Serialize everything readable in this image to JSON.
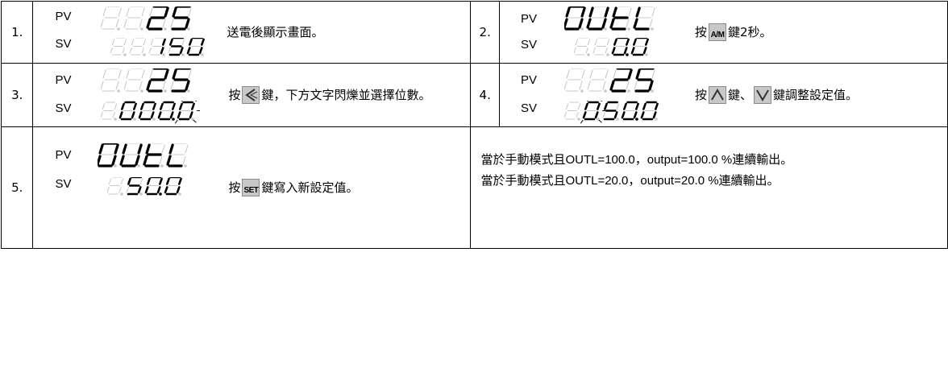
{
  "labels": {
    "pv": "PV",
    "sv": "SV"
  },
  "display": {
    "dim_color": "#c8c8c8",
    "lit_color": "#000000",
    "blink_color": "#000000"
  },
  "steps": [
    {
      "num": "1.",
      "pv": "25",
      "sv": "150",
      "desc": "送電後顯示畫面。"
    },
    {
      "num": "2.",
      "pv": "OUtL",
      "sv": "0.0",
      "key": "A/M",
      "desc_pre": "按",
      "desc_post": "鍵2秒。"
    },
    {
      "num": "3.",
      "pv": "25",
      "sv": "000.0",
      "key": "left-arrow",
      "desc_pre": "按",
      "desc_post": "鍵，下方文字閃爍並選擇位數。"
    },
    {
      "num": "4.",
      "pv": "25",
      "sv": "050.0",
      "key1": "up-arrow",
      "key2": "down-arrow",
      "desc_pre": "按",
      "desc_mid": "鍵、",
      "desc_post": "鍵調整設定值。"
    },
    {
      "num": "5.",
      "pv": "OUtL",
      "sv": "50.0",
      "key": "SET",
      "desc_pre": "按",
      "desc_post": "鍵寫入新設定值。"
    }
  ],
  "note": {
    "line1": "當於手動模式且OUTL=100.0，output=100.0 %連續輸出。",
    "line2": "當於手動模式且OUTL=20.0，output=20.0 %連續輸出。"
  }
}
